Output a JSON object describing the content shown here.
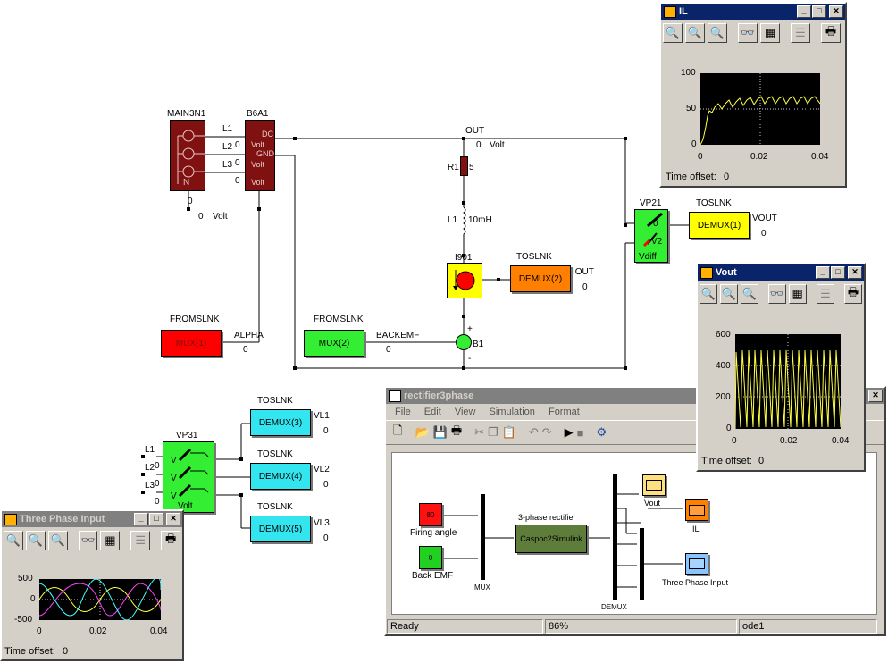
{
  "colors": {
    "dark_red": "#7f1111",
    "red": "#ff0000",
    "green": "#33ee33",
    "yellow": "#ffff00",
    "orange": "#ff8000",
    "cyan": "#33e5ee",
    "olive": "#5e7d3a",
    "titlebar_active": "#0a246a",
    "titlebar_inactive": "#808080",
    "trace_yellow": "#ffff44"
  },
  "schematic": {
    "main3n1": {
      "name": "MAIN3N1",
      "port_n": "N",
      "ground_value": "0",
      "volt_value": "0",
      "volt_unit": "Volt"
    },
    "b6a1": {
      "name": "B6A1",
      "pin_dc": "DC",
      "pin_volt1": "Volt",
      "pin_gnd": "GND",
      "pin_volt2": "Volt",
      "pin_volt3": "Volt"
    },
    "phase_labels": [
      "L1",
      "L2",
      "L3"
    ],
    "phase_values": [
      "0",
      "0",
      "0"
    ],
    "out": {
      "label": "OUT",
      "value": "0",
      "unit": "Volt"
    },
    "r1": {
      "name": "R1",
      "value": "5"
    },
    "l1": {
      "name": "L1",
      "value": "10mH"
    },
    "i901": {
      "name": "I901"
    },
    "b1": {
      "name": "B1",
      "plus": "+",
      "minus": "-"
    },
    "vp21": {
      "name": "VP21",
      "pin1": "0",
      "pin2": "V2",
      "label": "Vdiff"
    },
    "vp31": {
      "name": "VP31",
      "labels": [
        "L1",
        "L2",
        "L3"
      ],
      "values": [
        "0",
        "0",
        "0"
      ],
      "pin": "V",
      "bottom_value": "0",
      "bottom_unit": "Volt"
    },
    "from_alpha": {
      "tag": "FROMSLNK",
      "block": "MUX(1)",
      "signal": "ALPHA",
      "value": "0"
    },
    "from_backemf": {
      "tag": "FROMSLNK",
      "block": "MUX(2)",
      "signal": "BACKEMF",
      "value": "0"
    },
    "to_vout": {
      "tag": "TOSLNK",
      "block": "DEMUX(1)",
      "signal": "VOUT",
      "value": "0"
    },
    "to_iout": {
      "tag": "TOSLNK",
      "block": "DEMUX(2)",
      "signal": "IOUT",
      "value": "0"
    },
    "to_vl1": {
      "tag": "TOSLNK",
      "block": "DEMUX(3)",
      "signal": "VL1",
      "value": "0"
    },
    "to_vl2": {
      "tag": "TOSLNK",
      "block": "DEMUX(4)",
      "signal": "VL2",
      "value": "0"
    },
    "to_vl3": {
      "tag": "TOSLNK",
      "block": "DEMUX(5)",
      "signal": "VL3",
      "value": "0"
    }
  },
  "scope_il": {
    "title": "IL",
    "y_ticks": [
      "100",
      "50",
      "0"
    ],
    "x_ticks": [
      "0",
      "0.02",
      "0.04"
    ],
    "time_offset_label": "Time offset:",
    "time_offset_value": "0"
  },
  "scope_vout": {
    "title": "Vout",
    "y_ticks": [
      "600",
      "400",
      "200",
      "0"
    ],
    "x_ticks": [
      "0",
      "0.02",
      "0.04"
    ],
    "time_offset_label": "Time offset:",
    "time_offset_value": "0"
  },
  "scope_tpi": {
    "title": "Three Phase Input",
    "y_ticks": [
      "500",
      "0",
      "-500"
    ],
    "x_ticks": [
      "0",
      "0.02",
      "0.04"
    ],
    "time_offset_label": "Time offset:",
    "time_offset_value": "0"
  },
  "simulink": {
    "title": "rectifier3phase",
    "menu": [
      "File",
      "Edit",
      "View",
      "Simulation",
      "Format"
    ],
    "firing_value": "80",
    "firing_label": "Firing angle",
    "backemf_value": "0",
    "backemf_label": "Back EMF",
    "mux_label": "MUX",
    "rectifier_title": "3-phase rectifier",
    "rectifier_block": "Caspoc2Simulink",
    "demux_label": "DEMUX",
    "vout_label": "Vout",
    "il_label": "IL",
    "tpi_label": "Three Phase Input",
    "status": {
      "ready": "Ready",
      "zoom": "86%",
      "solver": "ode1"
    }
  }
}
